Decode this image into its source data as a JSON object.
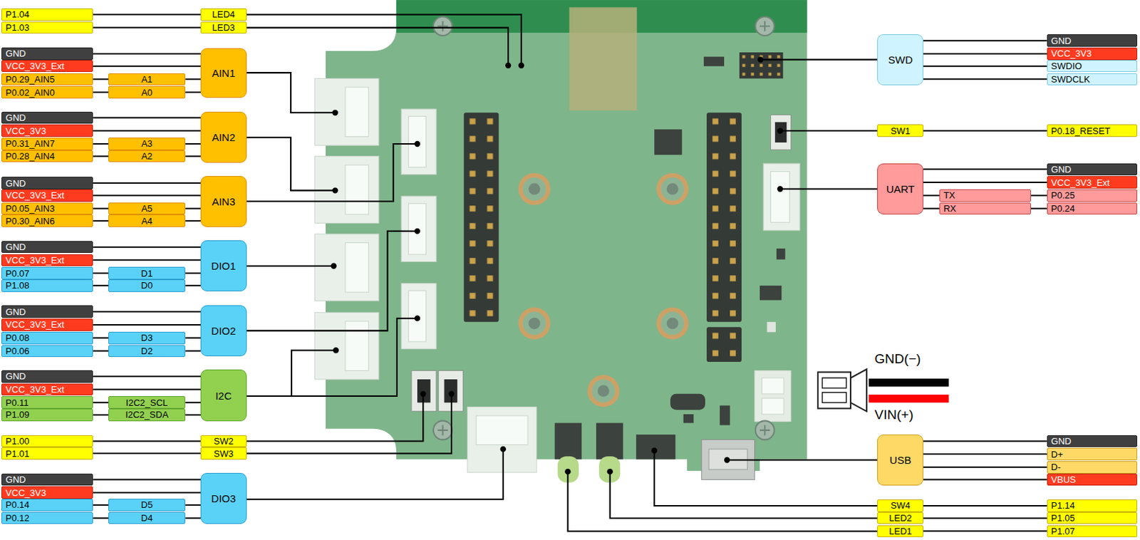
{
  "diagram": {
    "nodes": [
      {
        "text": [
          "P1.04"
        ]
      },
      {
        "text": [
          "LED4"
        ]
      },
      {
        "text": [
          "P1.03"
        ]
      },
      {
        "text": [
          "LED3"
        ]
      },
      {
        "text": [
          "GND"
        ]
      },
      {
        "text": [
          "VCC_3V3_Ext"
        ]
      },
      {
        "text": [
          "P0.29_AIN5"
        ]
      },
      {
        "text": [
          "A1"
        ]
      },
      {
        "text": [
          "P0.02_AIN0"
        ]
      },
      {
        "text": [
          "A0"
        ]
      },
      {
        "text": [
          "AIN1"
        ]
      },
      {
        "text": [
          "GND"
        ]
      },
      {
        "text": [
          "VCC_3V3"
        ]
      },
      {
        "text": [
          "P0.31_AIN7"
        ]
      },
      {
        "text": [
          "A3"
        ]
      },
      {
        "text": [
          "P0.28_AIN4"
        ]
      },
      {
        "text": [
          "A2"
        ]
      },
      {
        "text": [
          "AIN2"
        ]
      },
      {
        "text": [
          "GND"
        ]
      },
      {
        "text": [
          "VCC_3V3_Ext"
        ]
      },
      {
        "text": [
          "P0.05_AIN3"
        ]
      },
      {
        "text": [
          "A5"
        ]
      },
      {
        "text": [
          "P0.30_AIN6"
        ]
      },
      {
        "text": [
          "A4"
        ]
      },
      {
        "text": [
          "AIN3"
        ]
      },
      {
        "text": [
          "GND"
        ]
      },
      {
        "text": [
          "VCC_3V3_Ext"
        ]
      },
      {
        "text": [
          "P0.07"
        ]
      },
      {
        "text": [
          "D1"
        ]
      },
      {
        "text": [
          "P1.08"
        ]
      },
      {
        "text": [
          "D0"
        ]
      },
      {
        "text": [
          "DIO1"
        ]
      },
      {
        "text": [
          "GND"
        ]
      },
      {
        "text": [
          "VCC_3V3_Ext"
        ]
      },
      {
        "text": [
          "P0.08"
        ]
      },
      {
        "text": [
          "D3"
        ]
      },
      {
        "text": [
          "P0.06"
        ]
      },
      {
        "text": [
          "D2"
        ]
      },
      {
        "text": [
          "DIO2"
        ]
      },
      {
        "text": [
          "GND"
        ]
      },
      {
        "text": [
          "VCC_3V3_Ext"
        ]
      },
      {
        "text": [
          "P0.11"
        ]
      },
      {
        "text": [
          "I2C2_SCL"
        ]
      },
      {
        "text": [
          "P1.09"
        ]
      },
      {
        "text": [
          "I2C2_SDA"
        ]
      },
      {
        "text": [
          "I2C"
        ]
      },
      {
        "text": [
          "P1.00"
        ]
      },
      {
        "text": [
          "SW2"
        ]
      },
      {
        "text": [
          "P1.01"
        ]
      },
      {
        "text": [
          "SW3"
        ]
      },
      {
        "text": [
          "GND"
        ]
      },
      {
        "text": [
          "VCC_3V3"
        ]
      },
      {
        "text": [
          "P0.14"
        ]
      },
      {
        "text": [
          "D5"
        ]
      },
      {
        "text": [
          "P0.12"
        ]
      },
      {
        "text": [
          "D4"
        ]
      },
      {
        "text": [
          "DIO3"
        ]
      },
      {
        "text": [
          "SWD"
        ]
      },
      {
        "text": [
          "GND"
        ]
      },
      {
        "text": [
          "VCC_3V3"
        ]
      },
      {
        "text": [
          "SWDIO"
        ]
      },
      {
        "text": [
          "SWDCLK"
        ]
      },
      {
        "text": [
          "SW1"
        ]
      },
      {
        "text": [
          "P0.18_RESET"
        ]
      },
      {
        "text": [
          "UART"
        ]
      },
      {
        "text": [
          "GND"
        ]
      },
      {
        "text": [
          "VCC_3V3_Ext"
        ]
      },
      {
        "text": [
          "TX"
        ]
      },
      {
        "text": [
          "P0.25"
        ]
      },
      {
        "text": [
          "RX"
        ]
      },
      {
        "text": [
          "P0.24"
        ]
      },
      {
        "text": [
          "USB"
        ]
      },
      {
        "text": [
          "GND"
        ]
      },
      {
        "text": [
          "D+"
        ]
      },
      {
        "text": [
          "D-"
        ]
      },
      {
        "text": [
          "VBUS"
        ]
      },
      {
        "text": [
          "SW4"
        ]
      },
      {
        "text": [
          "P1.14"
        ]
      },
      {
        "text": [
          "LED2"
        ]
      },
      {
        "text": [
          "P1.05"
        ]
      },
      {
        "text": [
          "LED1"
        ]
      },
      {
        "text": [
          "P1.07"
        ]
      }
    ],
    "edges": [
      {
        "from": 0,
        "to": 1,
        "arrow": "none"
      },
      {
        "from": 2,
        "to": 3,
        "arrow": "none"
      },
      {
        "from": 4,
        "to": 10,
        "arrow": "none"
      },
      {
        "from": 5,
        "to": 10,
        "arrow": "none"
      },
      {
        "from": 6,
        "to": 7,
        "arrow": "none"
      },
      {
        "from": 7,
        "to": 10,
        "arrow": "none"
      },
      {
        "from": 8,
        "to": 9,
        "arrow": "none"
      },
      {
        "from": 9,
        "to": 10,
        "arrow": "none"
      },
      {
        "from": 11,
        "to": 17,
        "arrow": "none"
      },
      {
        "from": 12,
        "to": 17,
        "arrow": "none"
      },
      {
        "from": 13,
        "to": 14,
        "arrow": "none"
      },
      {
        "from": 14,
        "to": 17,
        "arrow": "none"
      },
      {
        "from": 15,
        "to": 16,
        "arrow": "none"
      },
      {
        "from": 16,
        "to": 17,
        "arrow": "none"
      },
      {
        "from": 18,
        "to": 24,
        "arrow": "none"
      },
      {
        "from": 19,
        "to": 24,
        "arrow": "none"
      },
      {
        "from": 20,
        "to": 21,
        "arrow": "none"
      },
      {
        "from": 21,
        "to": 24,
        "arrow": "none"
      },
      {
        "from": 22,
        "to": 23,
        "arrow": "none"
      },
      {
        "from": 23,
        "to": 24,
        "arrow": "none"
      },
      {
        "from": 25,
        "to": 31,
        "arrow": "none"
      },
      {
        "from": 26,
        "to": 31,
        "arrow": "none"
      },
      {
        "from": 27,
        "to": 28,
        "arrow": "none"
      },
      {
        "from": 28,
        "to": 31,
        "arrow": "none"
      },
      {
        "from": 29,
        "to": 30,
        "arrow": "none"
      },
      {
        "from": 30,
        "to": 31,
        "arrow": "none"
      },
      {
        "from": 32,
        "to": 38,
        "arrow": "none"
      },
      {
        "from": 33,
        "to": 38,
        "arrow": "none"
      },
      {
        "from": 34,
        "to": 35,
        "arrow": "none"
      },
      {
        "from": 35,
        "to": 38,
        "arrow": "none"
      },
      {
        "from": 36,
        "to": 37,
        "arrow": "none"
      },
      {
        "from": 37,
        "to": 38,
        "arrow": "none"
      },
      {
        "from": 39,
        "to": 45,
        "arrow": "none"
      },
      {
        "from": 40,
        "to": 45,
        "arrow": "none"
      },
      {
        "from": 41,
        "to": 42,
        "arrow": "none"
      },
      {
        "from": 42,
        "to": 45,
        "arrow": "none"
      },
      {
        "from": 43,
        "to": 44,
        "arrow": "none"
      },
      {
        "from": 44,
        "to": 45,
        "arrow": "none"
      },
      {
        "from": 46,
        "to": 47,
        "arrow": "none"
      },
      {
        "from": 48,
        "to": 49,
        "arrow": "none"
      },
      {
        "from": 50,
        "to": 56,
        "arrow": "none"
      },
      {
        "from": 51,
        "to": 56,
        "arrow": "none"
      },
      {
        "from": 52,
        "to": 53,
        "arrow": "none"
      },
      {
        "from": 53,
        "to": 56,
        "arrow": "none"
      },
      {
        "from": 54,
        "to": 55,
        "arrow": "none"
      },
      {
        "from": 55,
        "to": 56,
        "arrow": "none"
      },
      {
        "from": 57,
        "to": 58,
        "arrow": "none"
      },
      {
        "from": 57,
        "to": 59,
        "arrow": "none"
      },
      {
        "from": 57,
        "to": 60,
        "arrow": "none"
      },
      {
        "from": 57,
        "to": 61,
        "arrow": "none"
      },
      {
        "from": 62,
        "to": 63,
        "arrow": "none"
      },
      {
        "from": 64,
        "to": 65,
        "arrow": "none"
      },
      {
        "from": 64,
        "to": 66,
        "arrow": "none"
      },
      {
        "from": 64,
        "to": 67,
        "arrow": "none"
      },
      {
        "from": 67,
        "to": 68,
        "arrow": "none"
      },
      {
        "from": 64,
        "to": 69,
        "arrow": "none"
      },
      {
        "from": 69,
        "to": 70,
        "arrow": "none"
      },
      {
        "from": 71,
        "to": 72,
        "arrow": "none"
      },
      {
        "from": 71,
        "to": 73,
        "arrow": "none"
      },
      {
        "from": 71,
        "to": 74,
        "arrow": "none"
      },
      {
        "from": 71,
        "to": 75,
        "arrow": "none"
      },
      {
        "from": 76,
        "to": 77,
        "arrow": "none"
      },
      {
        "from": 78,
        "to": 79,
        "arrow": "none"
      },
      {
        "from": 80,
        "to": 81,
        "arrow": "none"
      }
    ],
    "labels": [
      "GND(−)",
      "VIN(+)"
    ]
  }
}
